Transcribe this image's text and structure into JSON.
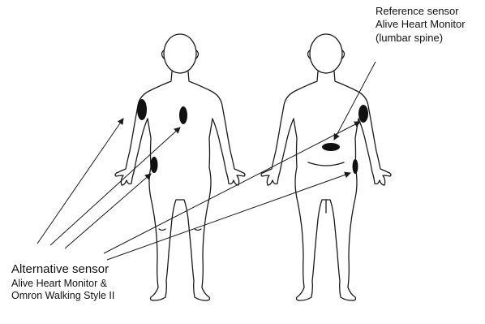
{
  "reference_label": {
    "line1": "Reference sensor",
    "line2": "Alive Heart Monitor",
    "line3": "(lumbar spine)"
  },
  "alternative_label": {
    "line1": "Alternative sensor",
    "line2": "Alive Heart Monitor &",
    "line3": "Omron Walking Style II"
  },
  "colors": {
    "line": "#1a1a1a",
    "sensor_fill": "#111111",
    "background": "#ffffff"
  }
}
